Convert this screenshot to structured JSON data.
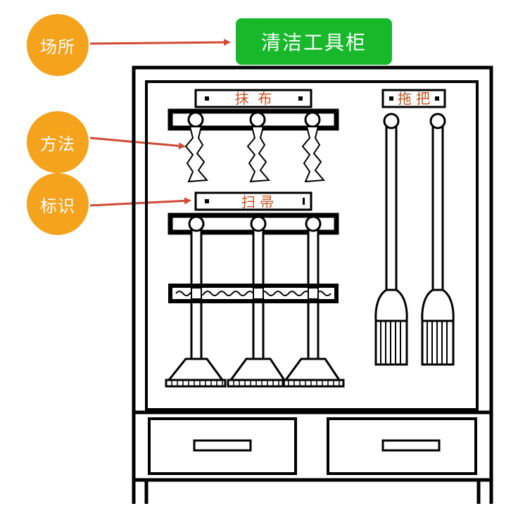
{
  "title": "清洁工具柜",
  "callouts": [
    {
      "label": "场所"
    },
    {
      "label": "方法"
    },
    {
      "label": "标识"
    }
  ],
  "labels": {
    "cloth": "抹  布",
    "mop": "拖 把",
    "broom": "扫 帚"
  },
  "colors": {
    "callout_fill": "#f5a21c",
    "title_fill": "#17b82a",
    "arrow": "#d04a35",
    "label_text": "#c4521f"
  }
}
